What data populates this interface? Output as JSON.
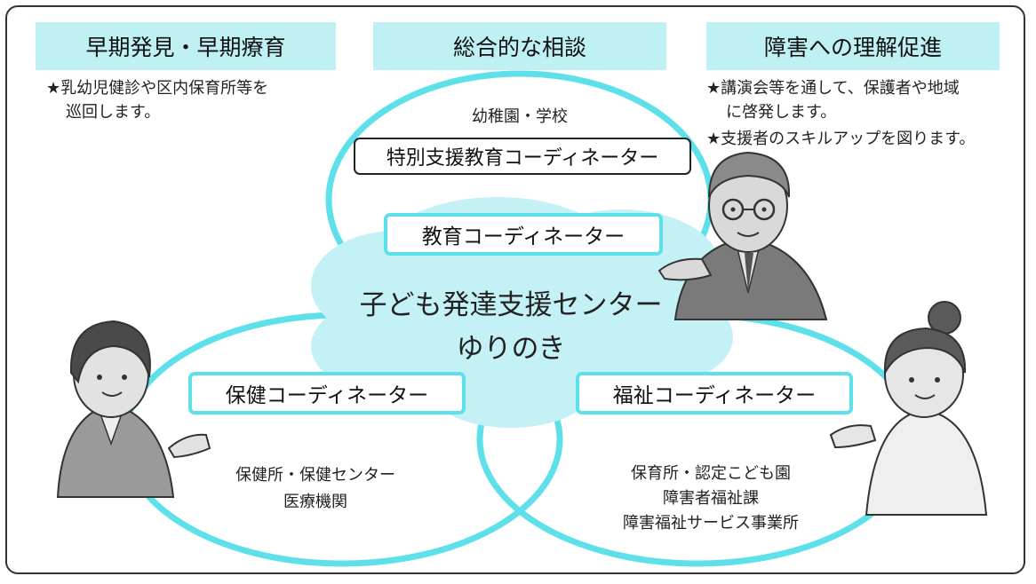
{
  "colors": {
    "accent": "#5ee0ea",
    "header_fill": "#bff0f3",
    "cloud_fill": "#c4f1f5",
    "frame": "#333333"
  },
  "headers": [
    {
      "label": "早期発見・早期療育"
    },
    {
      "label": "総合的な相談"
    },
    {
      "label": "障害への理解促進"
    }
  ],
  "notes": {
    "left": [
      "★乳幼児健診や区内保育所等を",
      "巡回します。"
    ],
    "right": [
      "★講演会等を通して、保護者や地域",
      "に啓発します。",
      "★支援者のスキルアップを図ります。"
    ]
  },
  "circles": {
    "top": {
      "label": "幼稚園・学校"
    },
    "left": {
      "lines": [
        "保健所・保健センター",
        "医療機関"
      ]
    },
    "right": {
      "lines": [
        "保育所・認定こども園",
        "障害者福祉課",
        "障害福祉サービス事業所"
      ]
    }
  },
  "coordinators": {
    "special_education": "特別支援教育コーディネーター",
    "education": "教育コーディネーター",
    "health": "保健コーディネーター",
    "welfare": "福祉コーディネーター"
  },
  "center": {
    "line1": "子ども発達支援センター",
    "line2": "ゆりのき"
  },
  "figures": [
    "man-with-glasses",
    "woman-short-hair",
    "woman-bun"
  ]
}
